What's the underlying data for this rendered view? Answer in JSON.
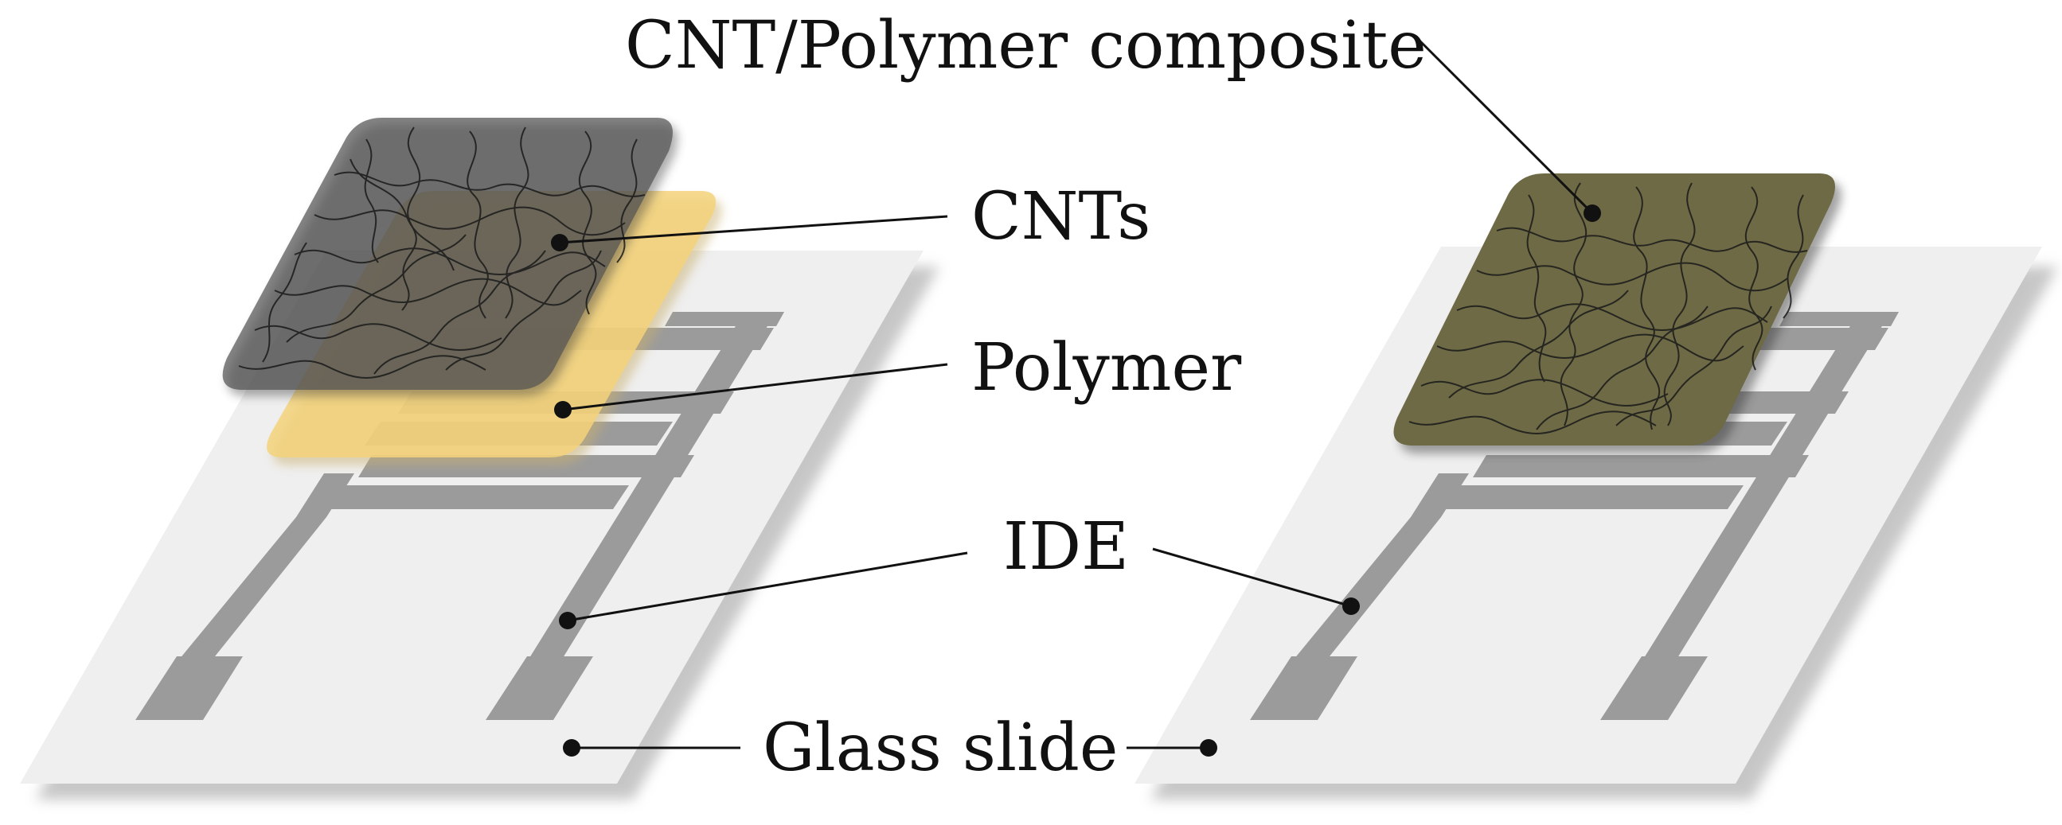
{
  "labels": {
    "composite": "CNT/Polymer composite",
    "cnts": "CNTs",
    "polymer": "Polymer",
    "ide": "IDE",
    "glass": "Glass slide"
  },
  "colors": {
    "glass": "#efefef",
    "glass_shadow": "#b9b9b9",
    "electrode": "#9b9b9b",
    "cnt_layer": "#555555",
    "polymer_layer": "#f3d27a",
    "composite_layer": "#6d6a45",
    "cnt_strands": "#1a1a1a",
    "leader_lines": "#111111"
  }
}
